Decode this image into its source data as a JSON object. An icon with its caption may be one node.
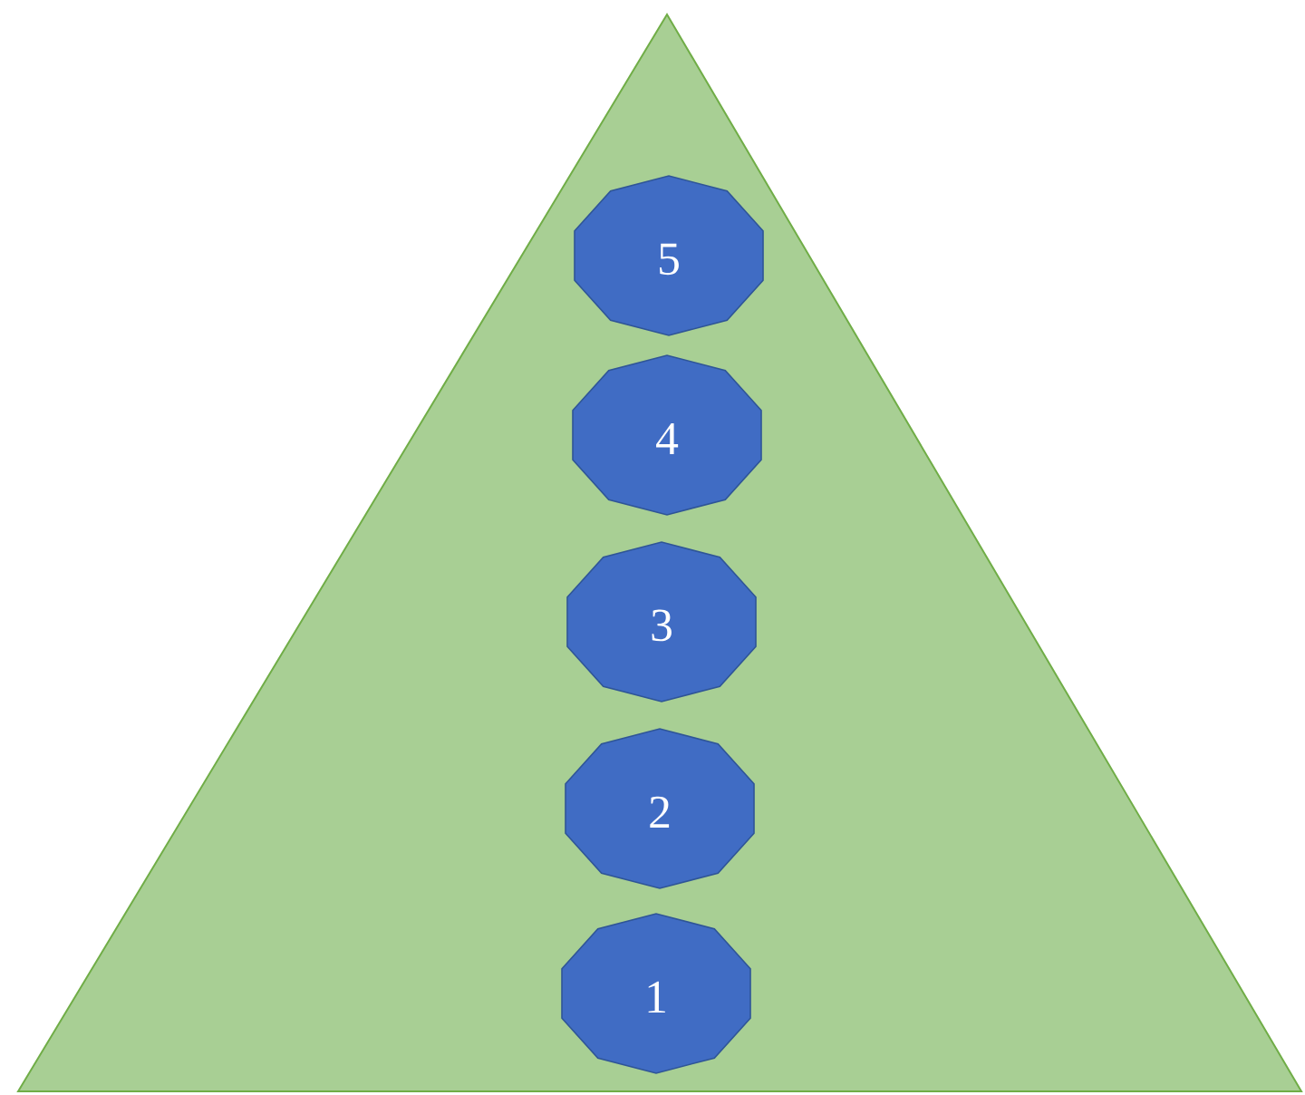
{
  "diagram": {
    "nodes": [
      {
        "text": [],
        "shape": "triangle"
      },
      {
        "text": [
          "5"
        ],
        "in": 0
      },
      {
        "text": [
          "4"
        ],
        "in": 0
      },
      {
        "text": [
          "3"
        ],
        "in": 0
      },
      {
        "text": [
          "2"
        ],
        "in": 0
      },
      {
        "text": [
          "1"
        ],
        "in": 0
      }
    ],
    "edges": []
  }
}
